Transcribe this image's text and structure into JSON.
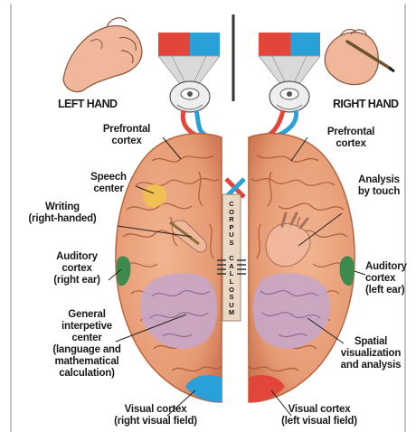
{
  "labels": {
    "left_hand": "LEFT HAND",
    "right_hand": "RIGHT HAND",
    "prefrontal_left": "Prefrontal\ncortex",
    "prefrontal_right": "Prefrontal\ncortex",
    "speech_center": "Speech\ncenter",
    "writing": "Writing\n(right-handed)",
    "auditory_left": "Auditory\ncortex\n(right ear)",
    "interpretive": "General\ninterpetive\ncenter\n(language and\nmathematical\ncalculation)",
    "visual_left": "Visual cortex\n(right visual field)",
    "analysis_touch": "Analysis\nby touch",
    "auditory_right": "Auditory\ncortex\n(left ear)",
    "spatial": "Spatial\nvisualization\nand analysis",
    "visual_right": "Visual cortex\n(left visual field)",
    "corpus": "CORPUS\nCALLOSUM"
  },
  "colors": {
    "brain": "#e9a07a",
    "brain_dark": "#c8754f",
    "gyrus_line": "#a9573a",
    "red": "#e2463a",
    "blue": "#2aa0d8",
    "green": "#3d8a4e",
    "lavender": "#c6a6c8",
    "yellow": "#f2c44a",
    "skin": "#f1b79a"
  },
  "icons": [
    "left-hand-icon",
    "right-hand-icon",
    "left-eye-icon",
    "right-eye-icon"
  ]
}
